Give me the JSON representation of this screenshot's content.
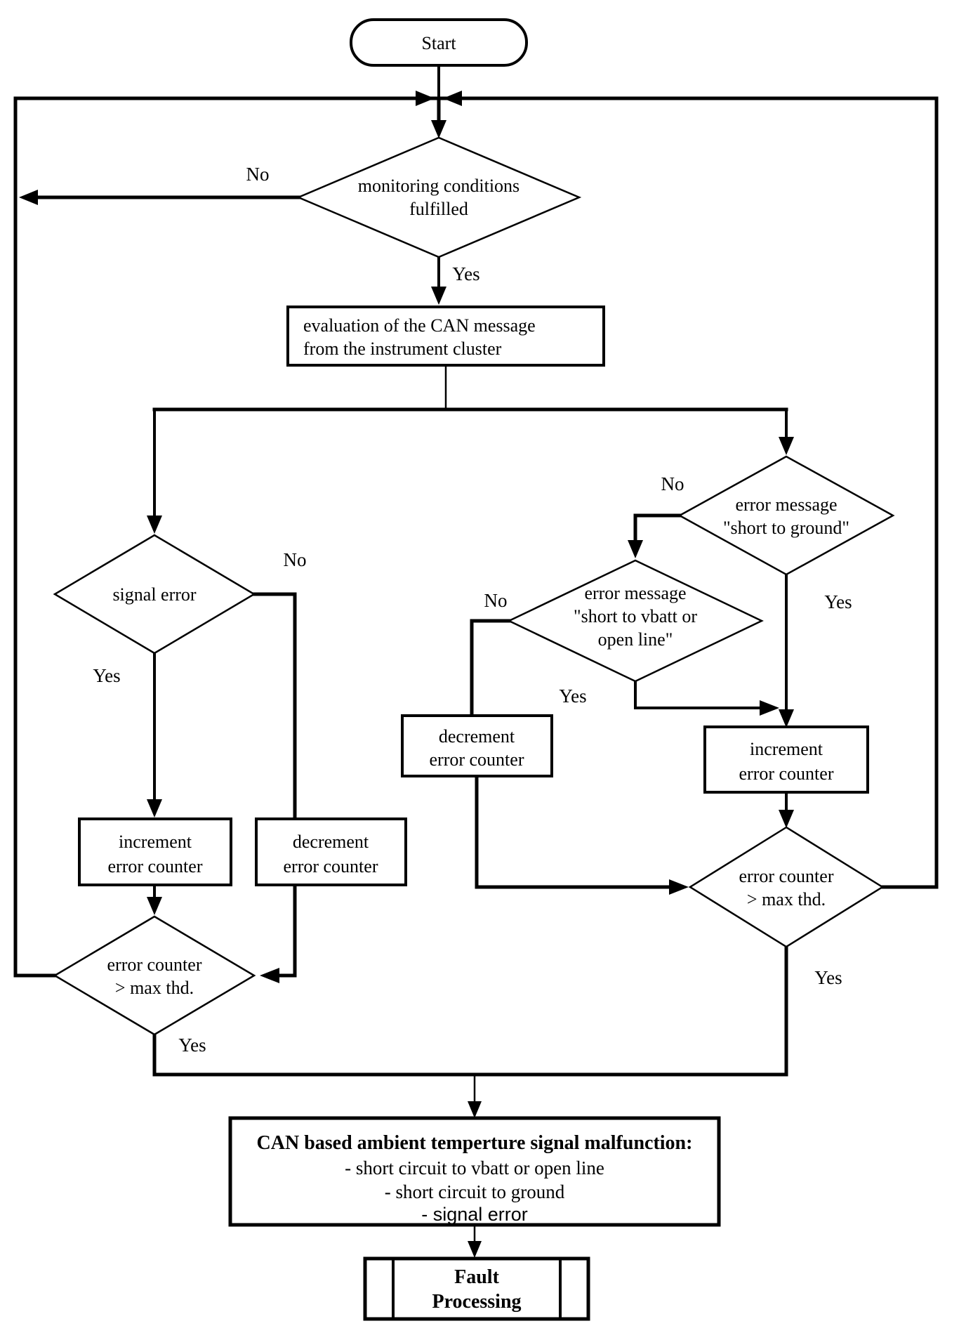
{
  "diagram": {
    "type": "flowchart",
    "background": "#ffffff",
    "ink": "#000000"
  },
  "nodes": {
    "start": {
      "label": "Start"
    },
    "monitoring_decision": {
      "line1": "monitoring conditions",
      "line2": "fulfilled"
    },
    "evaluation_process": {
      "line1": "evaluation of the CAN message",
      "line2": "from the instrument cluster"
    },
    "signal_error_decision": {
      "label": "signal error"
    },
    "ground_decision": {
      "line1": "error message",
      "line2": "\"short to ground\""
    },
    "vbatt_decision": {
      "line1": "error message",
      "line2": "\"short to vbatt or",
      "line3": "open line\""
    },
    "increment_left": {
      "line1": "increment",
      "line2": "error counter"
    },
    "decrement_left": {
      "line1": "decrement",
      "line2": "error counter"
    },
    "decrement_right": {
      "line1": "decrement",
      "line2": "error counter"
    },
    "increment_right": {
      "line1": "increment",
      "line2": "error counter"
    },
    "threshold_left": {
      "line1": "error counter",
      "line2": "> max thd."
    },
    "threshold_right": {
      "line1": "error counter",
      "line2": "> max thd."
    },
    "malfunction": {
      "title": "CAN based ambient temperture signal malfunction:",
      "item1": "- short circuit to vbatt or open line",
      "item2": "- short circuit to ground",
      "item3": "- signal error"
    },
    "fault_processing": {
      "line1": "Fault",
      "line2": "Processing"
    }
  },
  "edge_labels": {
    "monitoring_no": "No",
    "monitoring_yes": "Yes",
    "signal_error_no": "No",
    "signal_error_yes": "Yes",
    "ground_no": "No",
    "ground_yes": "Yes",
    "vbatt_no": "No",
    "vbatt_yes": "Yes",
    "threshold_left_yes": "Yes",
    "threshold_right_yes": "Yes"
  }
}
